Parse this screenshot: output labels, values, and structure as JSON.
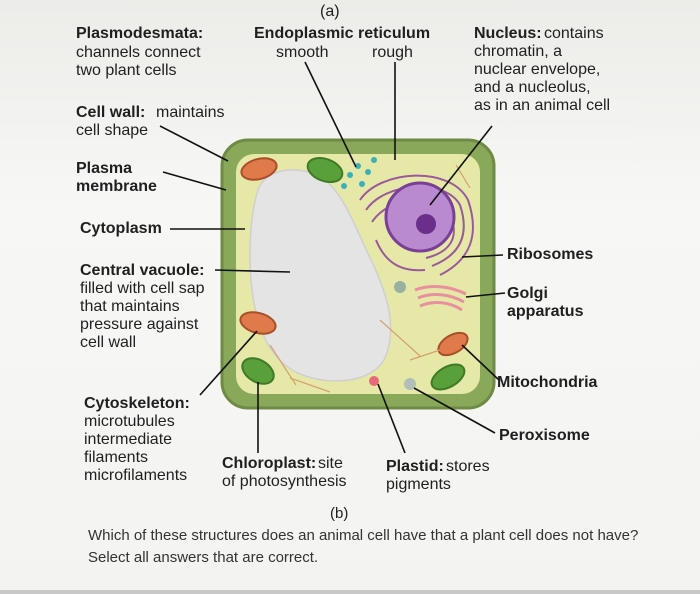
{
  "figure": {
    "panel_a": "(a)",
    "panel_b": "(b)",
    "labels": {
      "plasmodesmata_title": "Plasmodesmata:",
      "plasmodesmata_desc": "channels connect\ntwo plant cells",
      "er_title": "Endoplasmic reticulum",
      "er_smooth": "smooth",
      "er_rough": "rough",
      "nucleus_title": "Nucleus:",
      "nucleus_desc": "contains\nchromatin, a\nnuclear envelope,\nand a nucleolus,\nas in an animal cell",
      "cell_wall_title": "Cell wall:",
      "cell_wall_desc": "maintains\ncell shape",
      "plasma_membrane": "Plasma\nmembrane",
      "cytoplasm": "Cytoplasm",
      "central_vacuole_title": "Central vacuole:",
      "central_vacuole_desc": "filled with cell sap\nthat maintains\npressure against\ncell wall",
      "ribosomes": "Ribosomes",
      "golgi": "Golgi\napparatus",
      "mitochondria": "Mitochondria",
      "peroxisome": "Peroxisome",
      "cytoskeleton_title": "Cytoskeleton:",
      "cytoskeleton_desc": "microtubules\nintermediate\n   filaments\nmicrofilaments",
      "chloroplast_title": "Chloroplast:",
      "chloroplast_desc": "site\nof photosynthesis",
      "plastid_title": "Plastid:",
      "plastid_desc": "stores\npigments"
    }
  },
  "question": {
    "text": "Which of these structures does an animal cell have that a plant cell does not have? Select all answers that are correct."
  },
  "colors": {
    "cell_wall": "#8aa85a",
    "cytoplasm": "#e6e8a8",
    "vacuole": "#e4e4e4",
    "nucleus": "#8a4aa8",
    "chloroplast": "#5aa03a",
    "mitochondria": "#e07a4a"
  }
}
